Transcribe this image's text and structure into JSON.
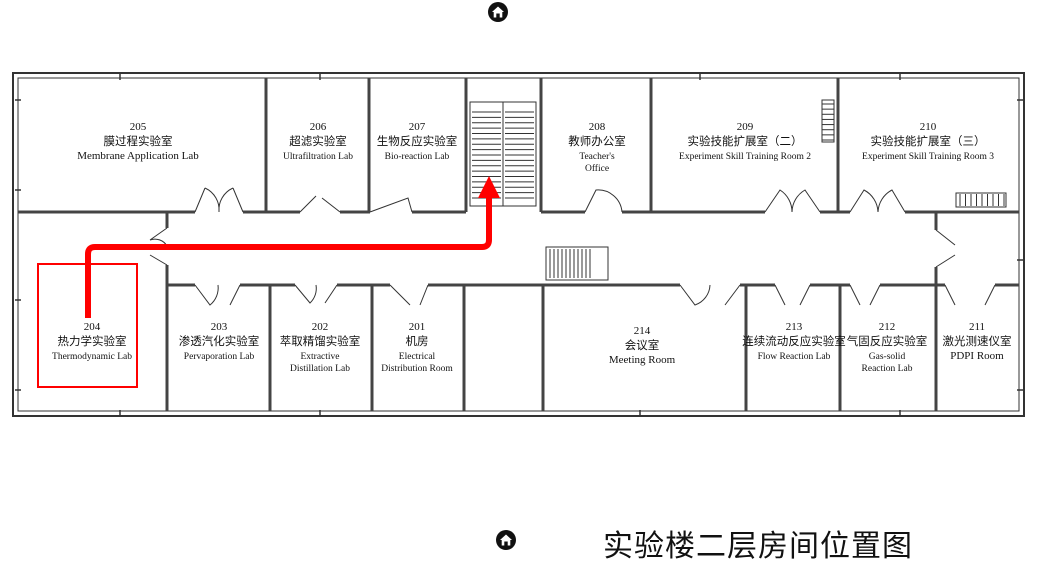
{
  "caption": "实验楼二层房间位置图",
  "highlight_color": "#ff0000",
  "icons": [
    "exit-home-icon",
    "exit-home-icon"
  ],
  "rooms": [
    {
      "id": "205",
      "number": "205",
      "cn": "膜过程实验室",
      "en": [
        "Membrane Application Lab"
      ]
    },
    {
      "id": "206",
      "number": "206",
      "cn": "超滤实验室",
      "en": [
        "Ultrafiltration Lab"
      ]
    },
    {
      "id": "207",
      "number": "207",
      "cn": "生物反应实验室",
      "en": [
        "Bio-reaction Lab"
      ]
    },
    {
      "id": "208",
      "number": "208",
      "cn": "教师办公室",
      "en": [
        "Teacher's",
        "Office"
      ]
    },
    {
      "id": "209",
      "number": "209",
      "cn": "实验技能扩展室（二）",
      "en": [
        "Experiment Skill Training Room 2"
      ]
    },
    {
      "id": "210",
      "number": "210",
      "cn": "实验技能扩展室（三）",
      "en": [
        "Experiment Skill Training Room 3"
      ]
    },
    {
      "id": "204",
      "number": "204",
      "cn": "热力学实验室",
      "en": [
        "Thermodynamic Lab"
      ]
    },
    {
      "id": "203",
      "number": "203",
      "cn": "渗透汽化实验室",
      "en": [
        "Pervaporation Lab"
      ]
    },
    {
      "id": "202",
      "number": "202",
      "cn": "萃取精馏实验室",
      "en": [
        "Extractive",
        "Distillation Lab"
      ]
    },
    {
      "id": "201",
      "number": "201",
      "cn": "机房",
      "en": [
        "Electrical",
        "Distribution Room"
      ]
    },
    {
      "id": "214",
      "number": "214",
      "cn": "会议室",
      "en": [
        "Meeting Room"
      ]
    },
    {
      "id": "213",
      "number": "213",
      "cn": "连续流动反应实验室",
      "en": [
        "Flow Reaction Lab"
      ]
    },
    {
      "id": "212",
      "number": "212",
      "cn": "气固反应实验室",
      "en": [
        "Gas-solid",
        "Reaction Lab"
      ]
    },
    {
      "id": "211",
      "number": "211",
      "cn": "激光测速仪室",
      "en": [
        "PDPI Room"
      ]
    }
  ]
}
